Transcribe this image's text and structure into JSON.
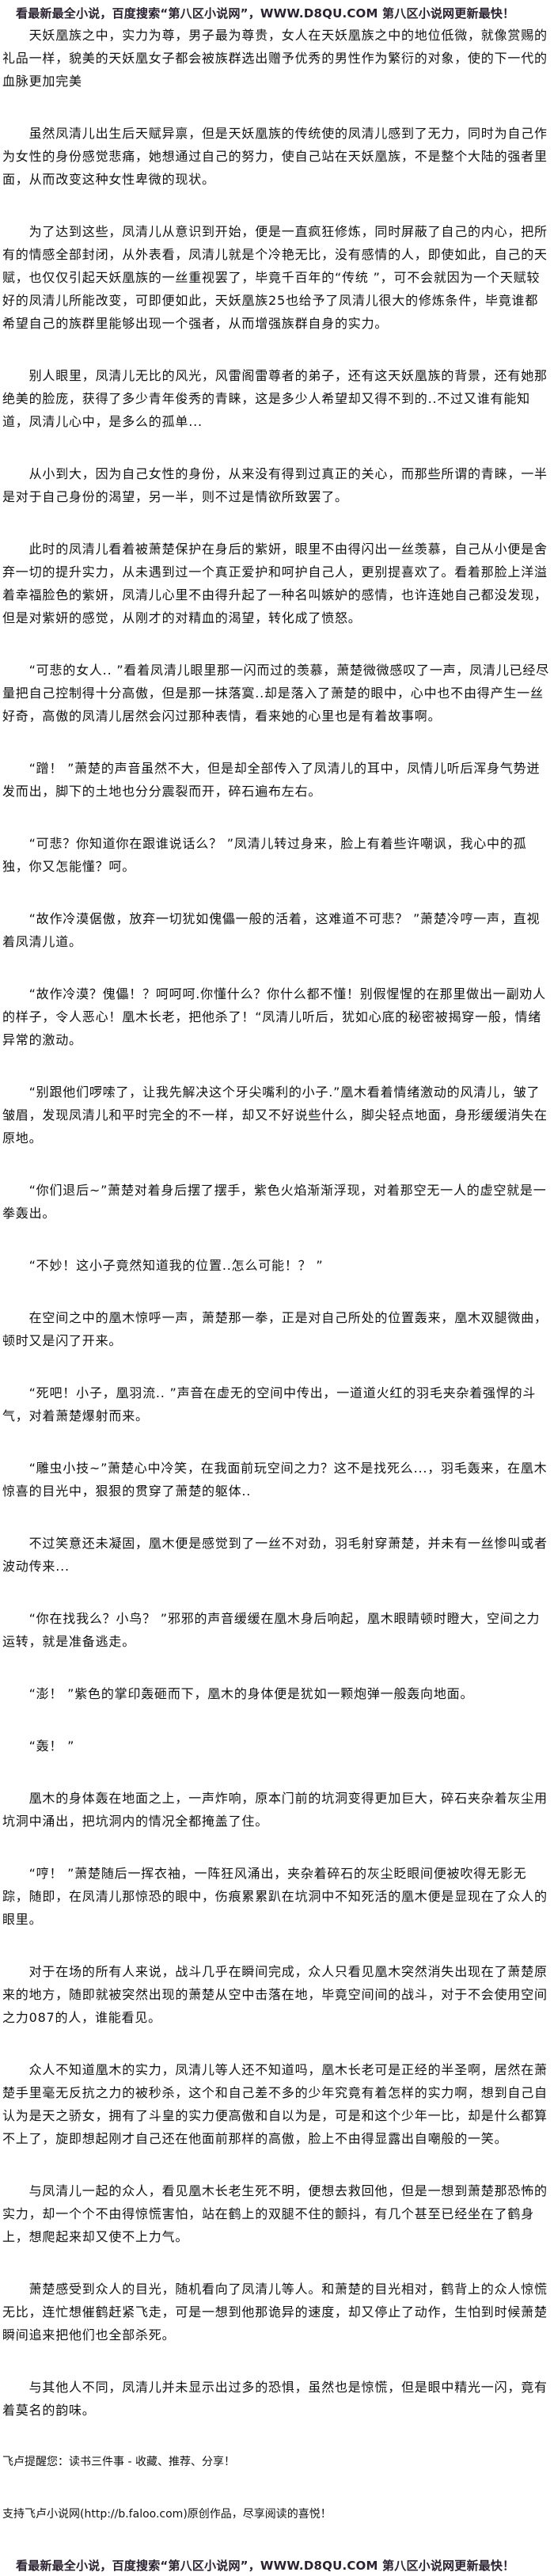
{
  "banner": "看最新最全小说，百度搜索“第八区小说网”，WWW.D8QU.COM 第八区小说网更新最快！",
  "paragraphs": [
    "天妖凰族之中，实力为尊，男子最为尊贵，女人在天妖凰族之中的地位低微，就像赏赐的礼品一样，貌美的天妖凰女子都会被族群选出赠予优秀的男性作为繁衍的对象，使的下一代的血脉更加完美",
    "虽然凤清儿出生后天赋异禀，但是天妖凰族的传统使的凤清儿感到了无力，同时为自己作为女性的身份感觉悲痛，她想通过自己的努力，使自己站在天妖凰族，不是整个大陆的强者里面，从而改变这种女性卑微的现状。",
    "为了达到这些，凤清儿从意识到开始，便是一直疯狂修炼，同时屏蔽了自己的内心，把所有的情感全部封闭，从外表看，凤清儿就是个冷艳无比，没有感情的人，即使如此，自己的天赋，也仅仅引起天妖凰族的一丝重视罢了，毕竟千百年的“传统 ”，可不会就因为一个天赋较好的凤清儿所能改变，可即便如此，天妖凰族25也给予了凤清儿很大的修炼条件，毕竟谁都希望自己的族群里能够出现一个强者，从而增强族群自身的实力。",
    "别人眼里，凤清儿无比的风光，风雷阁雷尊者的弟子，还有这天妖凰族的背景，还有她那绝美的脸庞，获得了多少青年俊秀的青睐，这是多少人希望却又得不到的..不过又谁有能知道，凤清儿心中，是多么的孤单...",
    "从小到大，因为自己女性的身份，从来没有得到过真正的关心，而那些所谓的青睐，一半是对于自己身份的渴望，另一半，则不过是情欲所致罢了。",
    "此时的凤清儿看着被萧楚保护在身后的紫妍，眼里不由得闪出一丝羡慕，自己从小便是舍弃一切的提升实力，从未遇到过一个真正爱护和呵护自己人，更别提喜欢了。看着那脸上洋溢着幸福脸色的紫妍，凤清儿心里不由得升起了一种名叫嫉妒的感情，也许连她自己都没发现，但是对紫妍的感觉，从刚才的对精血的渴望，转化成了愤怒。",
    "“可悲的女人.. ”看着凤清儿眼里那一闪而过的羡慕，萧楚微微感叹了一声，凤清儿已经尽量把自己控制得十分高傲，但是那一抹落寞..却是落入了萧楚的眼中，心中也不由得产生一丝好奇，高傲的凤清儿居然会闪过那种表情，看来她的心里也是有着故事啊。",
    "“蹭！ ”萧楚的声音虽然不大，但是却全部传入了凤清儿的耳中，凤情儿听后浑身气势迸发而出，脚下的土地也分分震裂而开，碎石遍布左右。",
    "“可悲？你知道你在跟谁说话么？ ”凤清儿转过身来，脸上有着些许嘲讽，我心中的孤独，你又怎能懂？呵。",
    "“故作冷漠倨傲，放弃一切犹如傀儡一般的活着，这难道不可悲？ ”萧楚冷哼一声，直视着凤清儿道。",
    "“故作冷漠？傀儡！？呵呵呵.你懂什么？你什么都不懂！别假惺惺的在那里做出一副劝人的样子，令人恶心！凰木长老，把他杀了！“凤清儿听后，犹如心底的秘密被揭穿一般，情绪异常的激动。",
    "“别跟他们啰嗦了，让我先解决这个牙尖嘴利的小子.”凰木看着情绪激动的风清儿，皱了皱眉，发现凤清儿和平时完全的不一样，却又不好说些什么，脚尖轻点地面，身形缓缓消失在原地。",
    "“你们退后~”萧楚对着身后摆了摆手，紫色火焰渐渐浮现，对着那空无一人的虚空就是一拳轰出。",
    "“不妙！这小子竟然知道我的位置..怎么可能！？ ”",
    "在空间之中的凰木惊呼一声，萧楚那一拳，正是对自己所处的位置轰来，凰木双腿微曲，顿时又是闪了开来。",
    "“死吧！小子，凰羽流.. ”声音在虚无的空间中传出，一道道火红的羽毛夹杂着强悍的斗气，对着萧楚爆射而来。",
    "“雕虫小技~”萧楚心中冷笑，在我面前玩空间之力？这不是找死么...，羽毛轰来，在凰木惊喜的目光中，狠狠的贯穿了萧楚的躯体..",
    "不过笑意还未凝固，凰木便是感觉到了一丝不对劲，羽毛射穿萧楚，并未有一丝惨叫或者波动传来...",
    "“你在找我么？小鸟？ ”邪邪的声音缓缓在凰木身后响起，凰木眼睛顿时瞪大，空间之力运转，就是准备逃走。",
    "“澎！ ”紫色的掌印轰砸而下，凰木的身体便是犹如一颗炮弹一般轰向地面。",
    "“轰！ ”",
    "凰木的身体轰在地面之上，一声炸响，原本门前的坑洞变得更加巨大，碎石夹杂着灰尘用坑洞中涌出，把坑洞内的情况全都掩盖了住。",
    "“哼！ ”萧楚随后一挥衣袖，一阵狂风涌出，夹杂着碎石的灰尘眨眼间便被吹得无影无踪，随即，在凤清儿那惊恐的眼中，伤痕累累趴在坑洞中不知死活的凰木便是显现在了众人的眼里。",
    "对于在场的所有人来说，战斗几乎在瞬间完成，众人只看见凰木突然消失出现在了萧楚原来的地方，随即就被突然出现的萧楚从空中击落在地，毕竟空间间的战斗，对于不会使用空间之力087的人，谁能看见。",
    "众人不知道凰木的实力，凤清儿等人还不知道吗，凰木长老可是正经的半圣啊，居然在萧楚手里毫无反抗之力的被秒杀，这个和自己差不多的少年究竟有着怎样的实力啊，想到自己自认为是天之骄女，拥有了斗皇的实力便高傲和自以为是，可是和这个少年一比，却是什么都算不上了，旋即想起刚才自己还在他面前那样的高傲，脸上不由得显露出自嘲般的一笑。",
    "与凤清儿一起的众人，看见凰木长老生死不明，便想去救回他，但是一想到萧楚那恐怖的实力，却一个个不由得惊慌害怕，站在鹤上的双腿不住的颤抖，有几个甚至已经坐在了鹤身上，想爬起来却又使不上力气。",
    "萧楚感受到众人的目光，随机看向了凤清儿等人。和萧楚的目光相对，鹤背上的众人惊慌无比，连忙想催鹤赶紧飞走，可是一想到他那诡异的速度，却又停止了动作，生怕到时候萧楚瞬间追来把他们也全部杀死。",
    "与其他人不同，凤清儿并未显示出过多的恐惧，虽然也是惊慌，但是眼中精光一闪，竟有着莫名的韵味。"
  ],
  "footer": {
    "reminder": "飞卢提醒您：读书三件事 - 收藏、推荐、分享！",
    "support": "支持飞卢小说网(http://b.faloo.com)原创作品，尽享阅读的喜悦！"
  }
}
